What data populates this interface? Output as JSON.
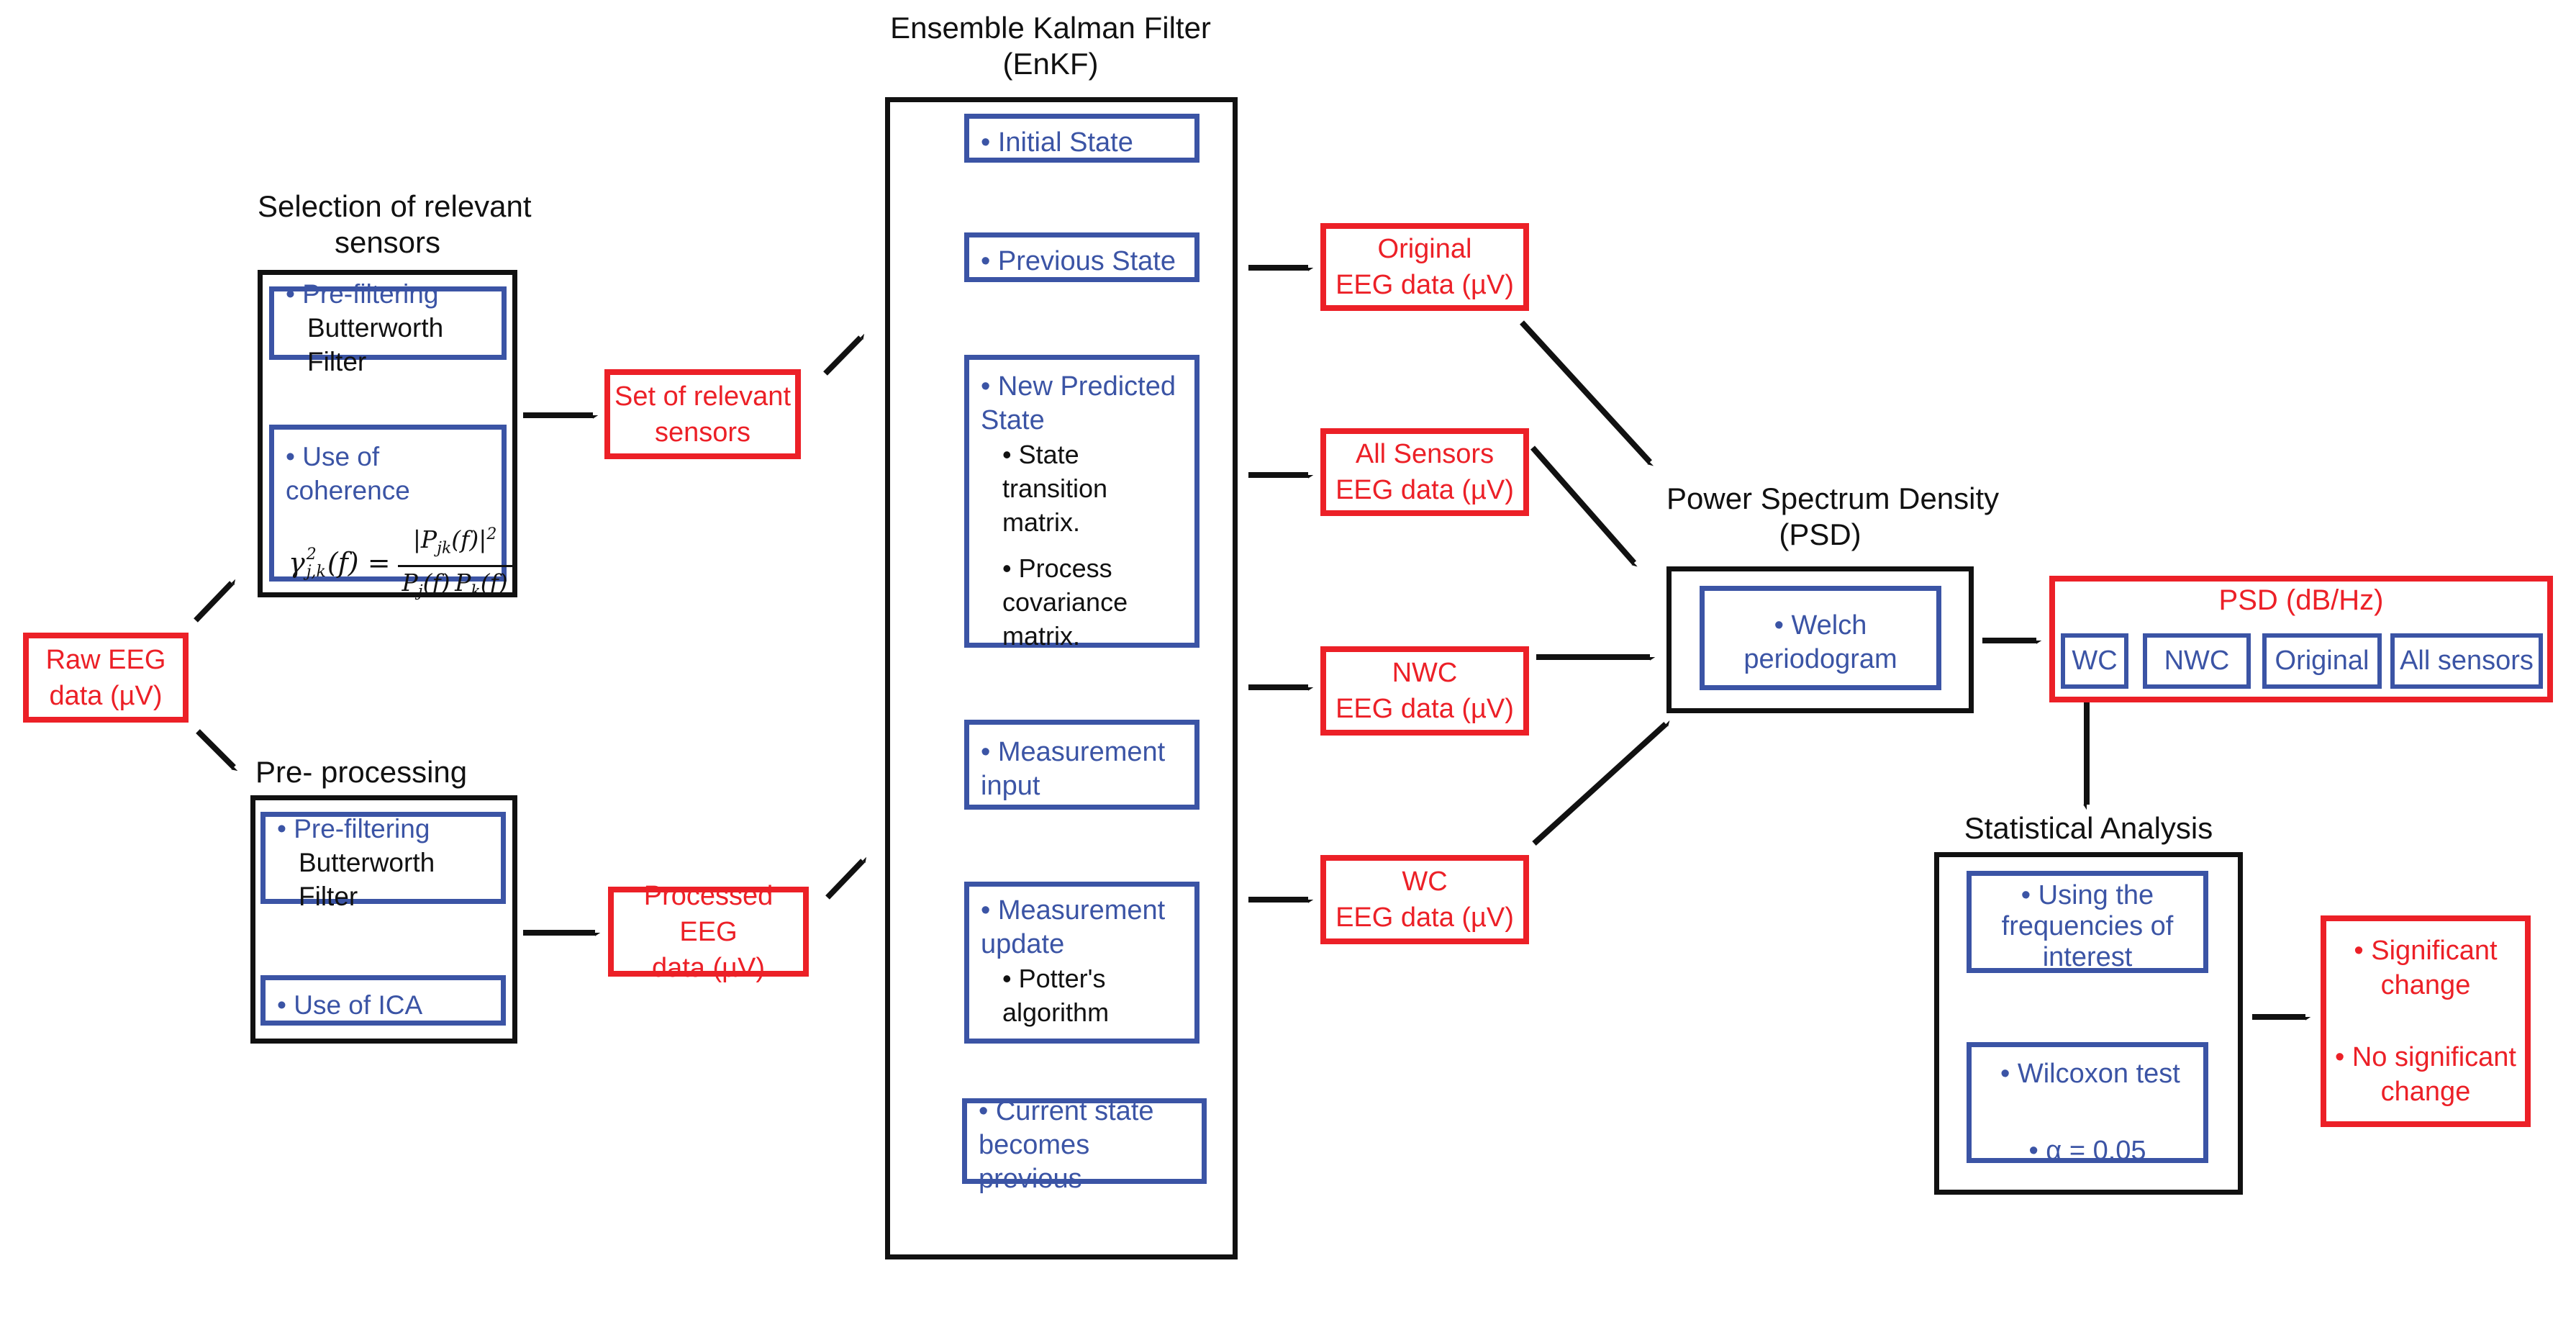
{
  "colors": {
    "blue": "#3b54a5",
    "red": "#ec2027",
    "ink": "#111111"
  },
  "raw_box": {
    "line1": "Raw EEG",
    "line2": "data (µV)"
  },
  "selection": {
    "title1": "Selection of relevant",
    "title2": "sensors",
    "prefilter_bullet": "• Pre-filtering",
    "prefilter_sub": "Butterworth Filter",
    "coherence_bullet": "• Use of coherence"
  },
  "formula": {
    "gamma": "γ",
    "gsup": "2",
    "gsub": "j,k",
    "arg": "(f)",
    "eq": "=",
    "num_open": "|P",
    "num_sub": "jk",
    "num_close": "(f)|",
    "num_sup": "2",
    "den_p1": "P",
    "den_sub1": "j",
    "den_arg1": "(f)",
    "den_p2": "P",
    "den_sub2": "k",
    "den_arg2": "(f)"
  },
  "set_box": {
    "line1": "Set of relevant",
    "line2": "sensors"
  },
  "preprocessing": {
    "title": "Pre- processing",
    "prefilter_bullet": "• Pre-filtering",
    "prefilter_sub": "Butterworth Filter",
    "ica_bullet": "• Use of ICA"
  },
  "processed_box": {
    "line1": "Processed EEG",
    "line2": "data (µV)"
  },
  "enkf": {
    "title1": "Ensemble Kalman Filter",
    "title2": "(EnKF)",
    "initial": "• Initial State",
    "previous": "• Previous State",
    "np_line1": "• New Predicted",
    "np_line2": "State",
    "np_sub1a": "• State transition",
    "np_sub1b": "matrix.",
    "np_sub2a": "• Process",
    "np_sub2b": "covariance matrix.",
    "mi_line1": "• Measurement",
    "mi_line2": "input",
    "mu_line1": "• Measurement",
    "mu_line2": "update",
    "mu_sub1": "• Potter's",
    "mu_sub2": "algorithm",
    "cs_line1": "• Current state",
    "cs_line2": "becomes previous"
  },
  "outputs": {
    "original1": "Original",
    "original2": "EEG data (µV)",
    "allsensors1": "All Sensors",
    "allsensors2": "EEG data (µV)",
    "nwc1": "NWC",
    "nwc2": "EEG data (µV)",
    "wc1": "WC",
    "wc2": "EEG data (µV)"
  },
  "psd": {
    "title1": "Power Spectrum Density",
    "title2": "(PSD)",
    "welch1": "• Welch",
    "welch2": "periodogram"
  },
  "psd_out": {
    "title": "PSD (dB/Hz)",
    "wc": "WC",
    "nwc": "NWC",
    "original": "Original",
    "all_sensors": "All sensors"
  },
  "stats": {
    "title": "Statistical Analysis",
    "freq1": "• Using the",
    "freq2": "frequencies of",
    "freq3": "interest",
    "wilcoxon": "• Wilcoxon test",
    "alpha": "• α = 0.05"
  },
  "result": {
    "line1": "• Significant",
    "line2": "change",
    "line3": "• No significant",
    "line4": "change"
  }
}
